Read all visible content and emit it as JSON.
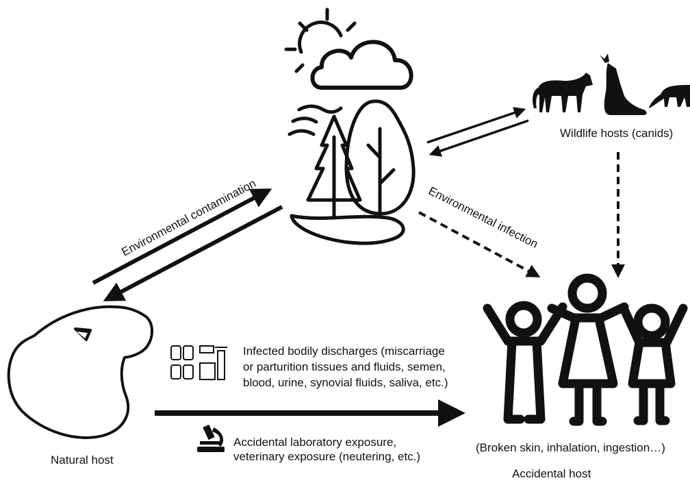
{
  "diagram": {
    "nodes": {
      "environment": {
        "icon": "environment-trees-sun-cloud-icon"
      },
      "wildlife": {
        "label": "Wildlife hosts (canids)",
        "icon": "canid-silhouettes-icon"
      },
      "natural_host": {
        "label": "Natural host",
        "icon": "dog-head-icon"
      },
      "accidental_host": {
        "label": "Accidental host",
        "icon": "human-family-icon",
        "routes": "(Broken skin, inhalation, ingestion…)"
      }
    },
    "edges": {
      "environmental_contamination": "Environmental contamination",
      "environmental_infection": "Environmental infection",
      "discharges": {
        "icon": "sample-tubes-icon",
        "lines": [
          "Infected bodily discharges (miscarriage",
          "or parturition tissues and fluids, semen,",
          "blood, urine, synovial fluids, saliva, etc.)"
        ]
      },
      "lab_exposure": {
        "icon": "microscope-icon",
        "lines": [
          "Accidental laboratory exposure,",
          "veterinary exposure (neutering, etc.)"
        ]
      }
    },
    "colors": {
      "stroke": "#111111",
      "background": "#ffffff"
    }
  }
}
